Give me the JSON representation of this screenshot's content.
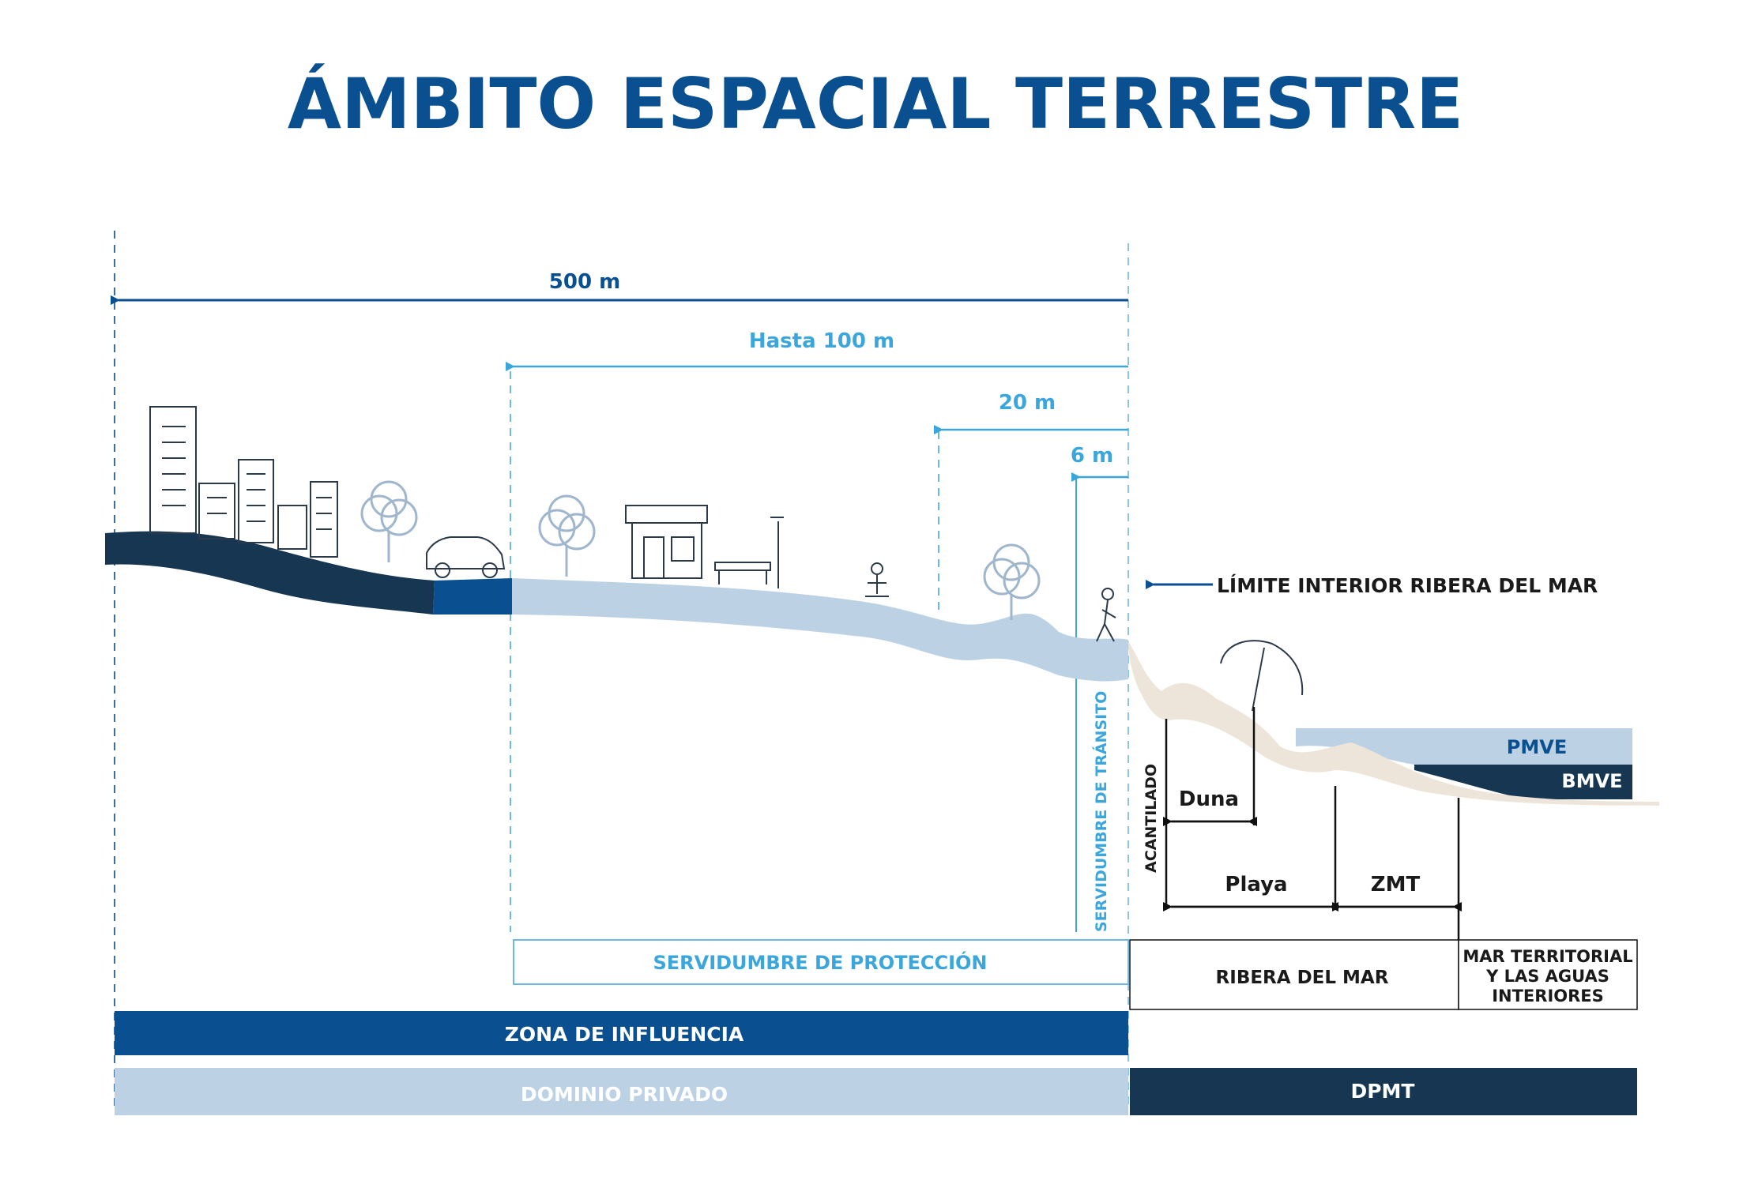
{
  "title": "ÁMBITO ESPACIAL TERRESTRE",
  "distances": {
    "d500": "500 m",
    "d100": "Hasta 100 m",
    "d20": "20 m",
    "d6": "6 m"
  },
  "limit_label": {
    "prefix": "LÍMITE INTERIOR ",
    "bold": "RIBERA DEL MAR"
  },
  "vertical_labels": {
    "servidumbre_transito": "SERVIDUMBRE DE TRÁNSITO",
    "acantilado": "ACANTILADO"
  },
  "sea_levels": {
    "pmve": "PMVE",
    "bmve": "BMVE"
  },
  "beach_labels": {
    "duna": "Duna",
    "playa": "Playa",
    "zmt": "ZMT"
  },
  "zones": {
    "servidumbre_proteccion": "SERVIDUMBRE DE PROTECCIÓN",
    "ribera_del_mar": "RIBERA DEL MAR",
    "mar_territorial": [
      "MAR TERRITORIAL",
      "Y LAS AGUAS",
      "INTERIORES"
    ],
    "zona_influencia": "ZONA DE INFLUENCIA",
    "dominio_privado": "DOMINIO PRIVADO",
    "dpmt": "DPMT"
  },
  "colors": {
    "navy": "#0a4f8f",
    "dark_navy": "#163652",
    "light_blue": "#bcd2e4",
    "sky_text": "#3aa6dc",
    "sand": "#ede5d9"
  },
  "icons": [
    "buildings-icon",
    "tree-icon",
    "car-icon",
    "shop-icon",
    "bench-icon",
    "streetlamp-icon",
    "yoga-person-icon",
    "walking-person-icon",
    "beach-umbrella-icon"
  ]
}
